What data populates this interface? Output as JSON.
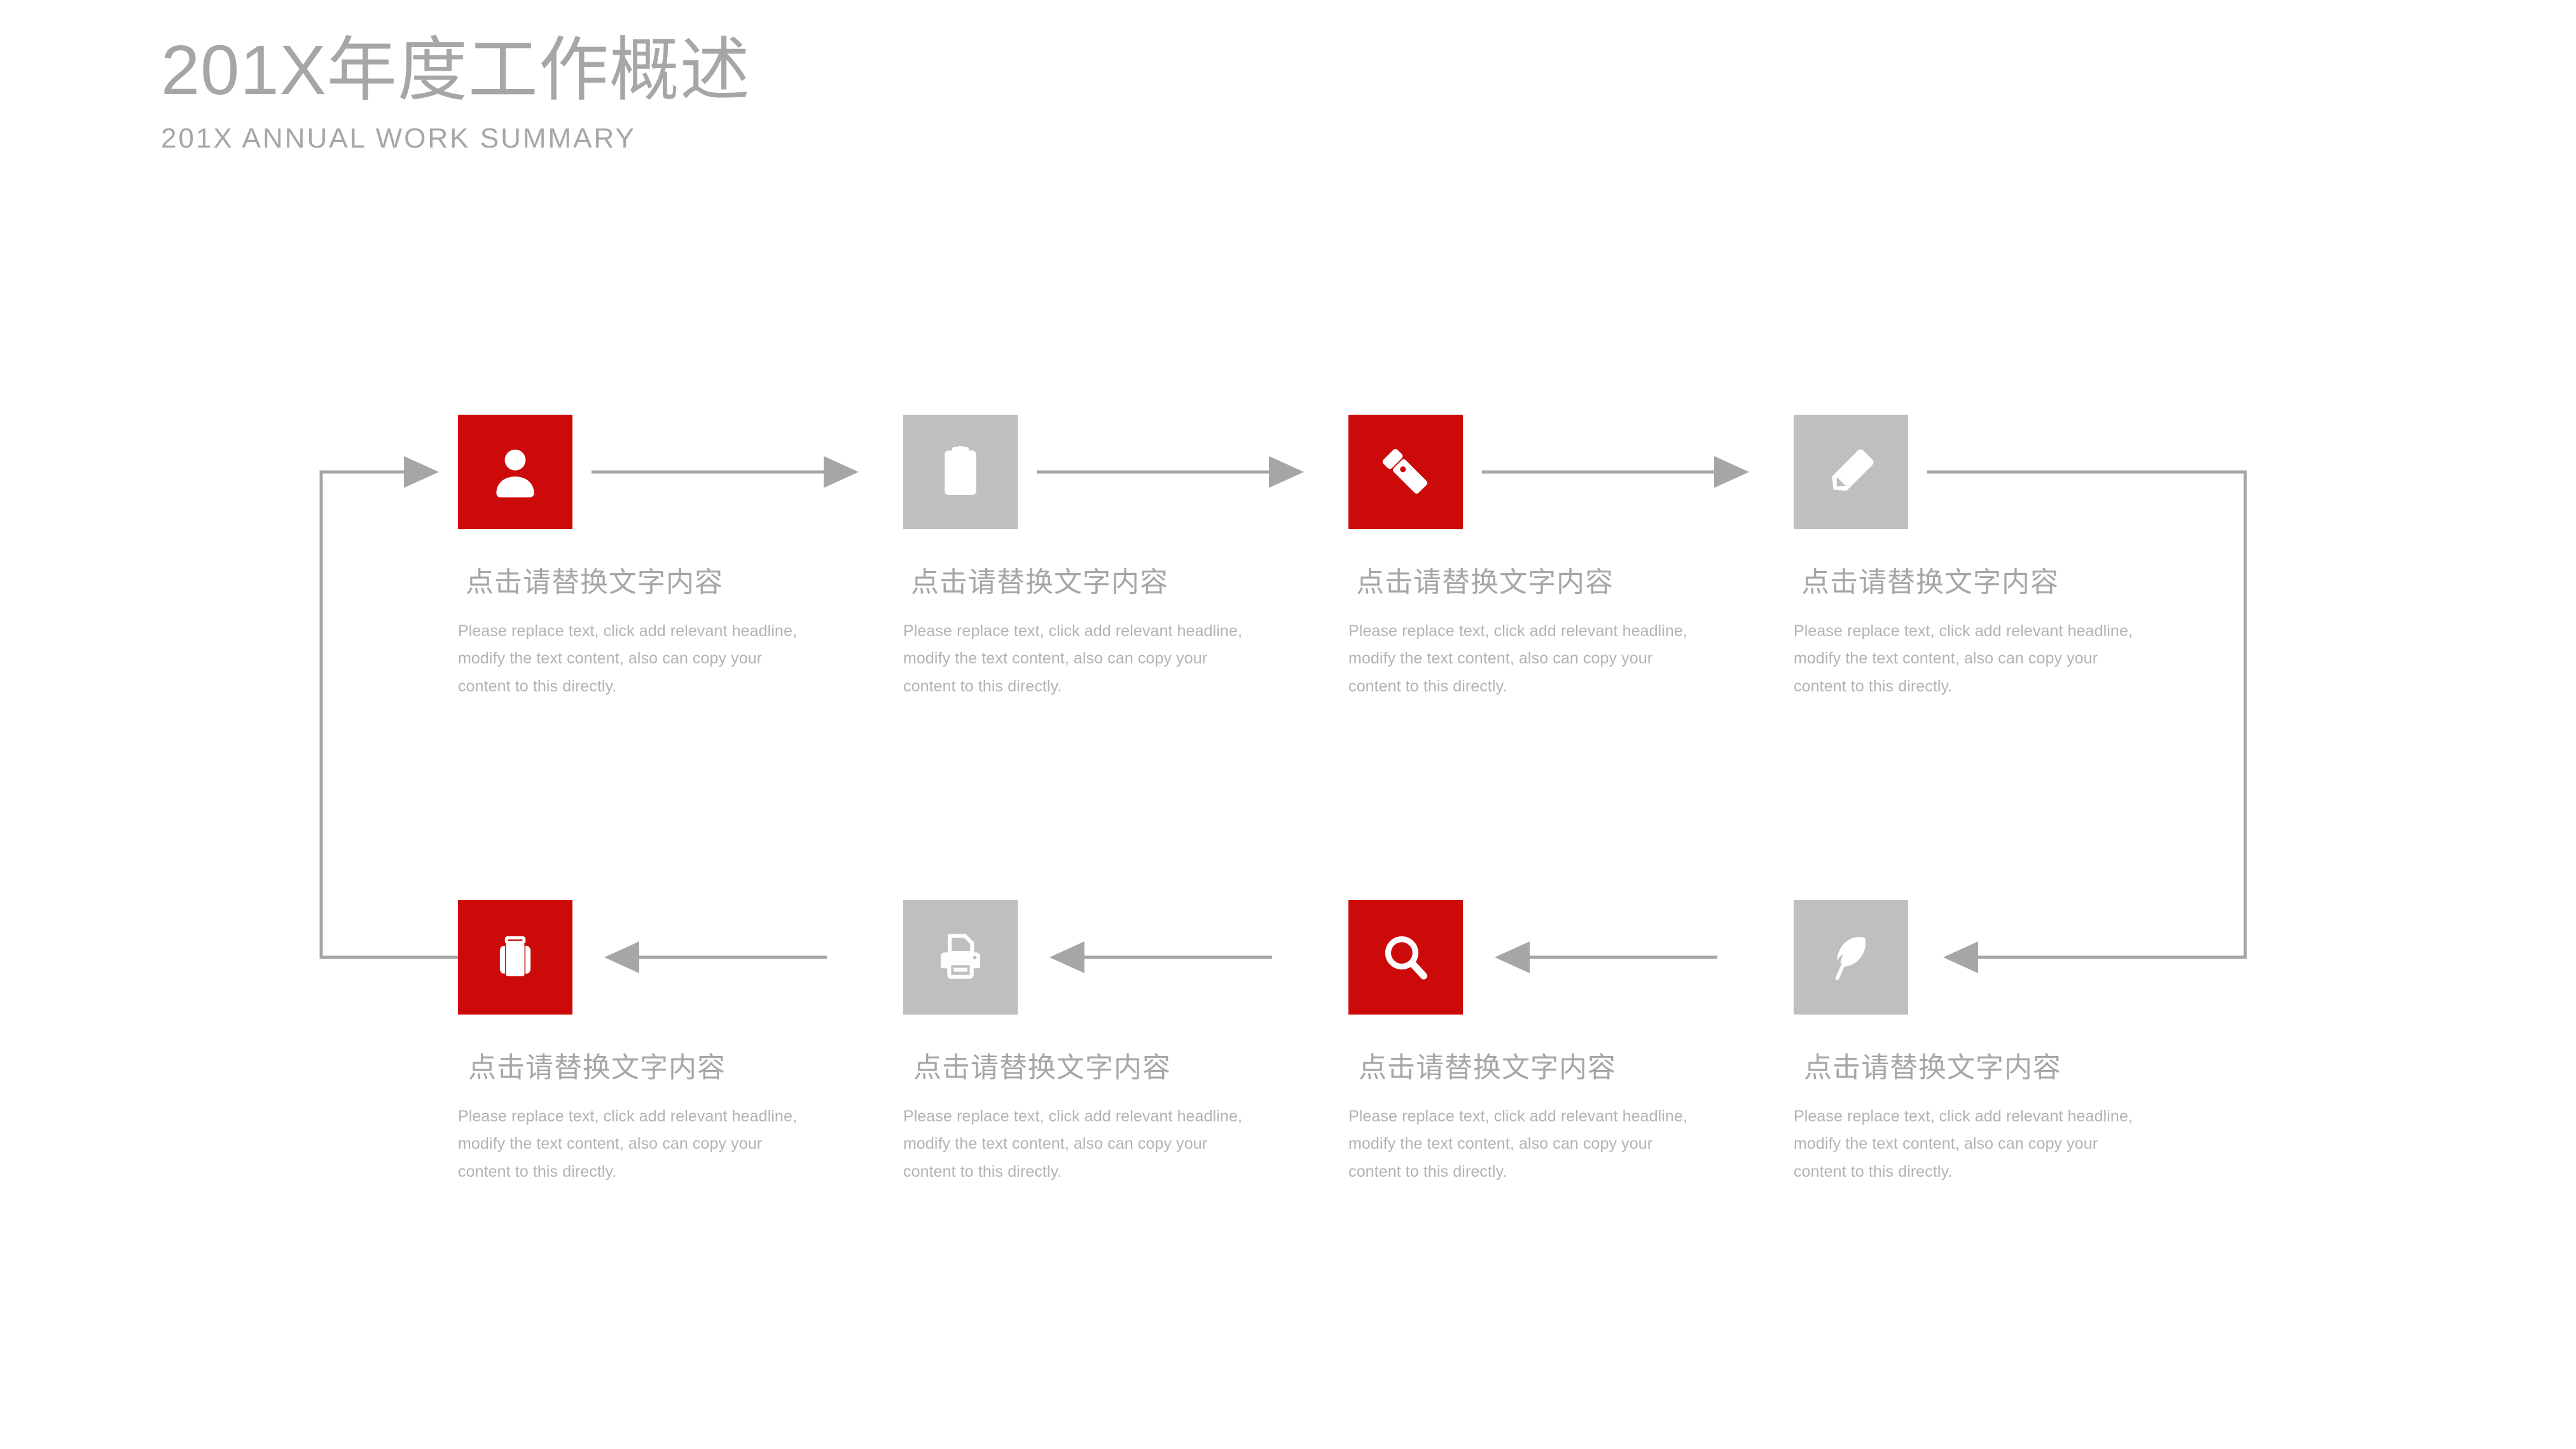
{
  "header": {
    "title": "201X年度工作概述",
    "subtitle": "201X ANNUAL WORK SUMMARY"
  },
  "colors": {
    "accent_red": "#cc0a0a",
    "muted_grey": "#bfbfbf",
    "text_grey": "#a6a6a6",
    "body_grey": "#b3b3b3",
    "connector_grey": "#a6a6a6",
    "background": "#ffffff"
  },
  "diagram": {
    "type": "serpentine-process-flow",
    "step_count": 8,
    "top_row_direction": "left-to-right",
    "bottom_row_direction": "right-to-left",
    "loop": "closed",
    "steps": [
      {
        "index": 1,
        "row": "top",
        "icon": "user-icon",
        "box_color": "red",
        "heading": "点击请替换文字内容",
        "body": "Please replace text, click add relevant headline, modify the text content, also can copy your content to this directly."
      },
      {
        "index": 2,
        "row": "top",
        "icon": "clipboard-icon",
        "box_color": "grey",
        "heading": "点击请替换文字内容",
        "body": "Please replace text, click add relevant headline, modify the text content, also can copy your content to this directly."
      },
      {
        "index": 3,
        "row": "top",
        "icon": "flashlight-icon",
        "box_color": "red",
        "heading": "点击请替换文字内容",
        "body": "Please replace text, click add relevant headline, modify the text content, also can copy your content to this directly."
      },
      {
        "index": 4,
        "row": "top",
        "icon": "pencil-icon",
        "box_color": "grey",
        "heading": "点击请替换文字内容",
        "body": "Please replace text, click add relevant headline, modify the text content, also can copy your content to this directly."
      },
      {
        "index": 5,
        "row": "bottom",
        "icon": "briefcase-icon",
        "box_color": "red",
        "heading": "点击请替换文字内容",
        "body": "Please replace text, click add relevant headline, modify the text content, also can copy your content to this directly."
      },
      {
        "index": 6,
        "row": "bottom",
        "icon": "printer-icon",
        "box_color": "grey",
        "heading": "点击请替换文字内容",
        "body": "Please replace text, click add relevant headline, modify the text content, also can copy your content to this directly."
      },
      {
        "index": 7,
        "row": "bottom",
        "icon": "search-icon",
        "box_color": "red",
        "heading": "点击请替换文字内容",
        "body": "Please replace text, click add relevant headline, modify the text content, also can copy your content to this directly."
      },
      {
        "index": 8,
        "row": "bottom",
        "icon": "feather-icon",
        "box_color": "grey",
        "heading": "点击请替换文字内容",
        "body": "Please replace text, click add relevant headline, modify the text content, also can copy your content to this directly."
      }
    ]
  }
}
